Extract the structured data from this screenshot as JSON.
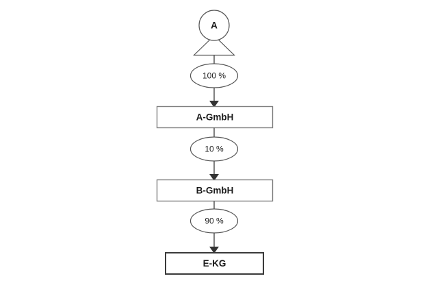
{
  "diagram": {
    "type": "org-shareholding-chart",
    "background_color": "#ffffff",
    "colors": {
      "box_border_gray": "#7f7f7f",
      "box_border_dark": "#3a3a3a",
      "connector": "#555555",
      "arrowhead": "#333333",
      "text": "#1a1a1a",
      "shape_fill": "#ffffff"
    },
    "nodes": {
      "person": {
        "label": "A",
        "shape": "person-icon",
        "icon_name": "person-icon"
      },
      "company_a": {
        "label": "A-GmbH",
        "shape": "rectangle"
      },
      "company_b": {
        "label": "B-GmbH",
        "shape": "rectangle"
      },
      "company_e": {
        "label": "E-KG",
        "shape": "rectangle"
      }
    },
    "edges": [
      {
        "id": "edge-person-to-a",
        "from": "A",
        "to": "A-GmbH",
        "label": "100 %",
        "shape": "ellipse"
      },
      {
        "id": "edge-a-to-b",
        "from": "A-GmbH",
        "to": "B-GmbH",
        "label": "10 %",
        "shape": "ellipse"
      },
      {
        "id": "edge-b-to-e",
        "from": "B-GmbH",
        "to": "E-KG",
        "label": "90 %",
        "shape": "ellipse"
      }
    ]
  }
}
